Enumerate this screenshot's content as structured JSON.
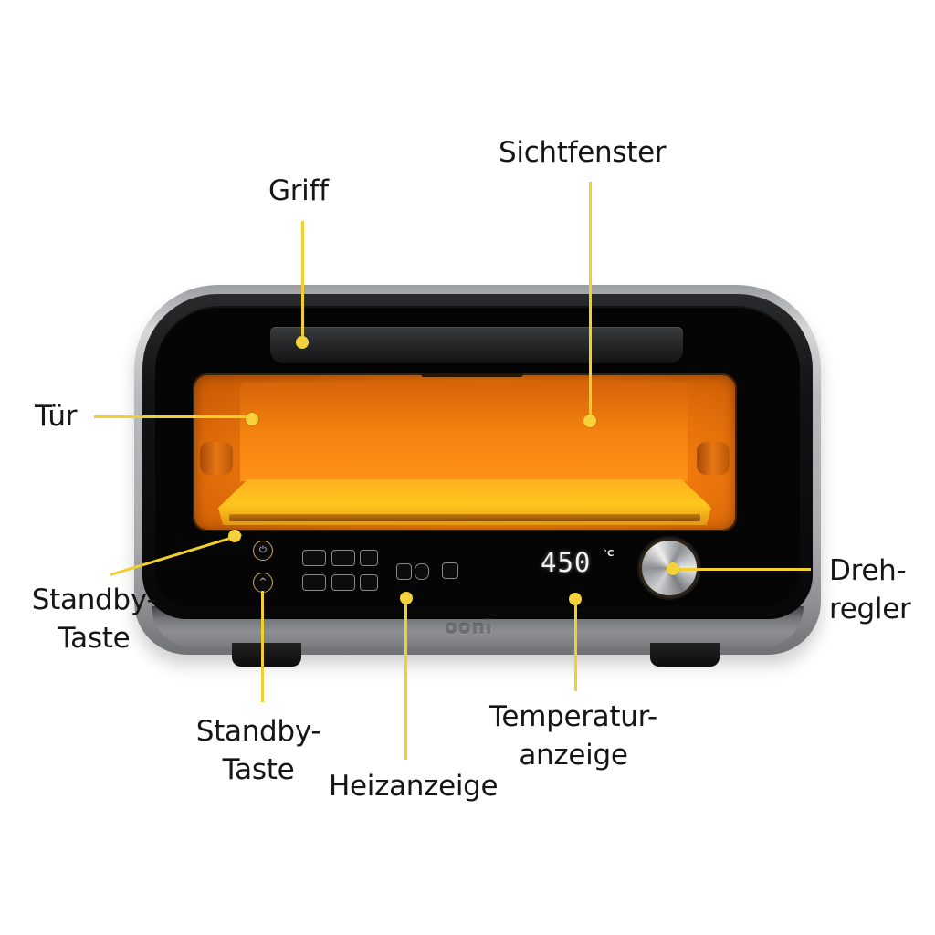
{
  "diagram": {
    "subject": "Electric pizza oven (front view)",
    "language": "de",
    "accent_color": "#f2cf2e",
    "labels": {
      "griff": "Griff",
      "sichtfenster": "Sichtfenster",
      "tuer": "Tür",
      "standby_left_line1": "Standby-",
      "standby_left_line2": "Taste",
      "standby_bottom_line1": "Standby-",
      "standby_bottom_line2": "Taste",
      "heizanzeige": "Heizanzeige",
      "temperatur_line1": "Temperatur-",
      "temperatur_line2": "anzeige",
      "drehregler_line1": "Dreh-",
      "drehregler_line2": "regler"
    }
  },
  "oven": {
    "brand_logo": "ooni",
    "temperature_display": {
      "value": "450",
      "unit": "°C"
    },
    "icons": {
      "power_button": "power-icon",
      "mode_button": "chevron-up-icon"
    },
    "control_keys_count": 9
  }
}
